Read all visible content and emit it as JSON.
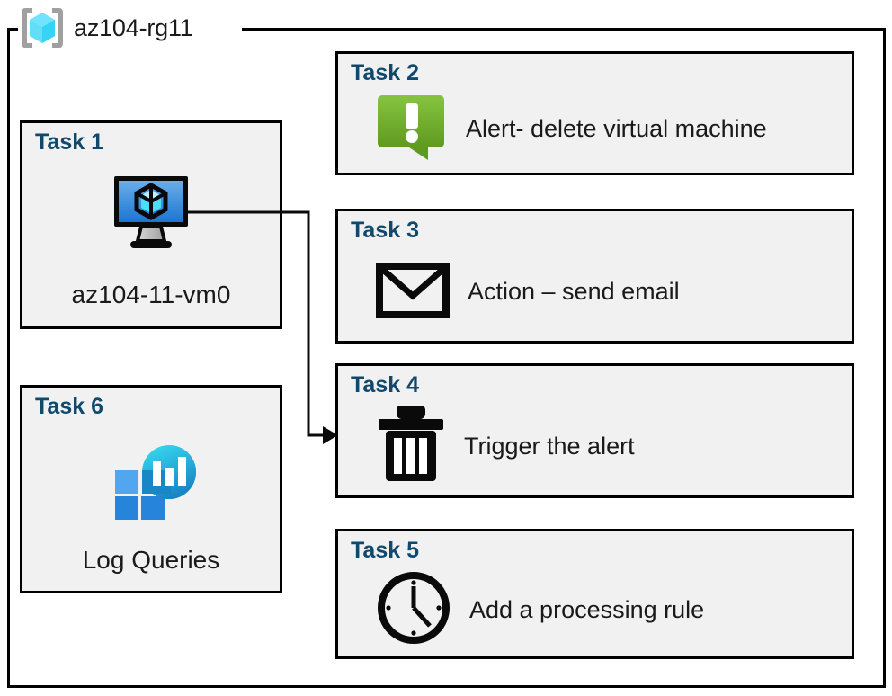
{
  "diagram": {
    "container": {
      "title": "az104-rg11",
      "icon": "resource-group-icon"
    },
    "accent_color": "#10496e",
    "card_background": "#f1f1f1",
    "border_color": "#000000",
    "connector": {
      "from": "task-1-vm-icon",
      "to": "task-4-card",
      "style": "elbow-arrow"
    },
    "cards": [
      {
        "id": "task1",
        "label": "Task 1",
        "text": "az104-11-vm0",
        "icon": "virtual-machine-icon",
        "column": "left"
      },
      {
        "id": "task6",
        "label": "Task 6",
        "text": "Log Queries",
        "icon": "log-analytics-icon",
        "column": "left"
      },
      {
        "id": "task2",
        "label": "Task 2",
        "text": "Alert- delete virtual machine",
        "icon": "alert-bubble-icon",
        "column": "right"
      },
      {
        "id": "task3",
        "label": "Task 3",
        "text": "Action – send email",
        "icon": "envelope-icon",
        "column": "right"
      },
      {
        "id": "task4",
        "label": "Task 4",
        "text": "Trigger the alert",
        "icon": "trash-can-icon",
        "column": "right"
      },
      {
        "id": "task5",
        "label": "Task 5",
        "text": "Add a processing rule",
        "icon": "clock-icon",
        "column": "right"
      }
    ],
    "icon_colors": {
      "resource_group_cube": "#50e6ff",
      "resource_group_bracket": "#a0a0a0",
      "vm_screen_top": "#5ea5e8",
      "vm_screen_bottom": "#1b76d2",
      "log_tile_light": "#4fa3ee",
      "log_tile_dark": "#2383d8",
      "log_bubble_top": "#32d4ea",
      "log_bubble_bottom": "#1b87c4",
      "alert_green_top": "#7cc043",
      "alert_green_bottom": "#5d9a24",
      "mono_black": "#050505"
    }
  }
}
